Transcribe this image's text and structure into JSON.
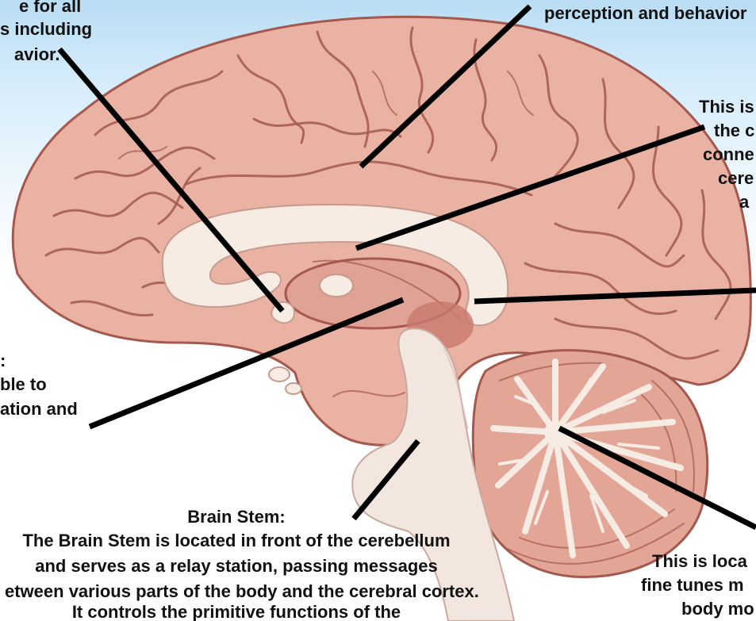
{
  "labels": {
    "top_left": [
      "e for all",
      "s including",
      "avior."
    ],
    "top_right": [
      "perception and behavior"
    ],
    "right_upper": [
      "This is",
      "the c",
      "conne",
      "cere",
      "a"
    ],
    "left_middle": [
      ":",
      "ble to",
      "ation and"
    ],
    "brain_stem": {
      "title": "Brain Stem:",
      "lines": [
        "The Brain Stem is located in front of the cerebellum",
        "and serves as a relay station, passing messages",
        "etween various parts of the body and the cerebral cortex.",
        "It controls the primitive functions of the"
      ]
    },
    "bottom_right": [
      "This is loca",
      "fine tunes m",
      "body mo"
    ]
  },
  "colors": {
    "sky": "#b9ddf4",
    "tissue": "#e9b2a3",
    "tissue_line": "#a5584d",
    "white_matter": "#f6ece4",
    "cerebellum": "#e2a596",
    "label_text": "#111111",
    "leader_line": "#000000"
  }
}
